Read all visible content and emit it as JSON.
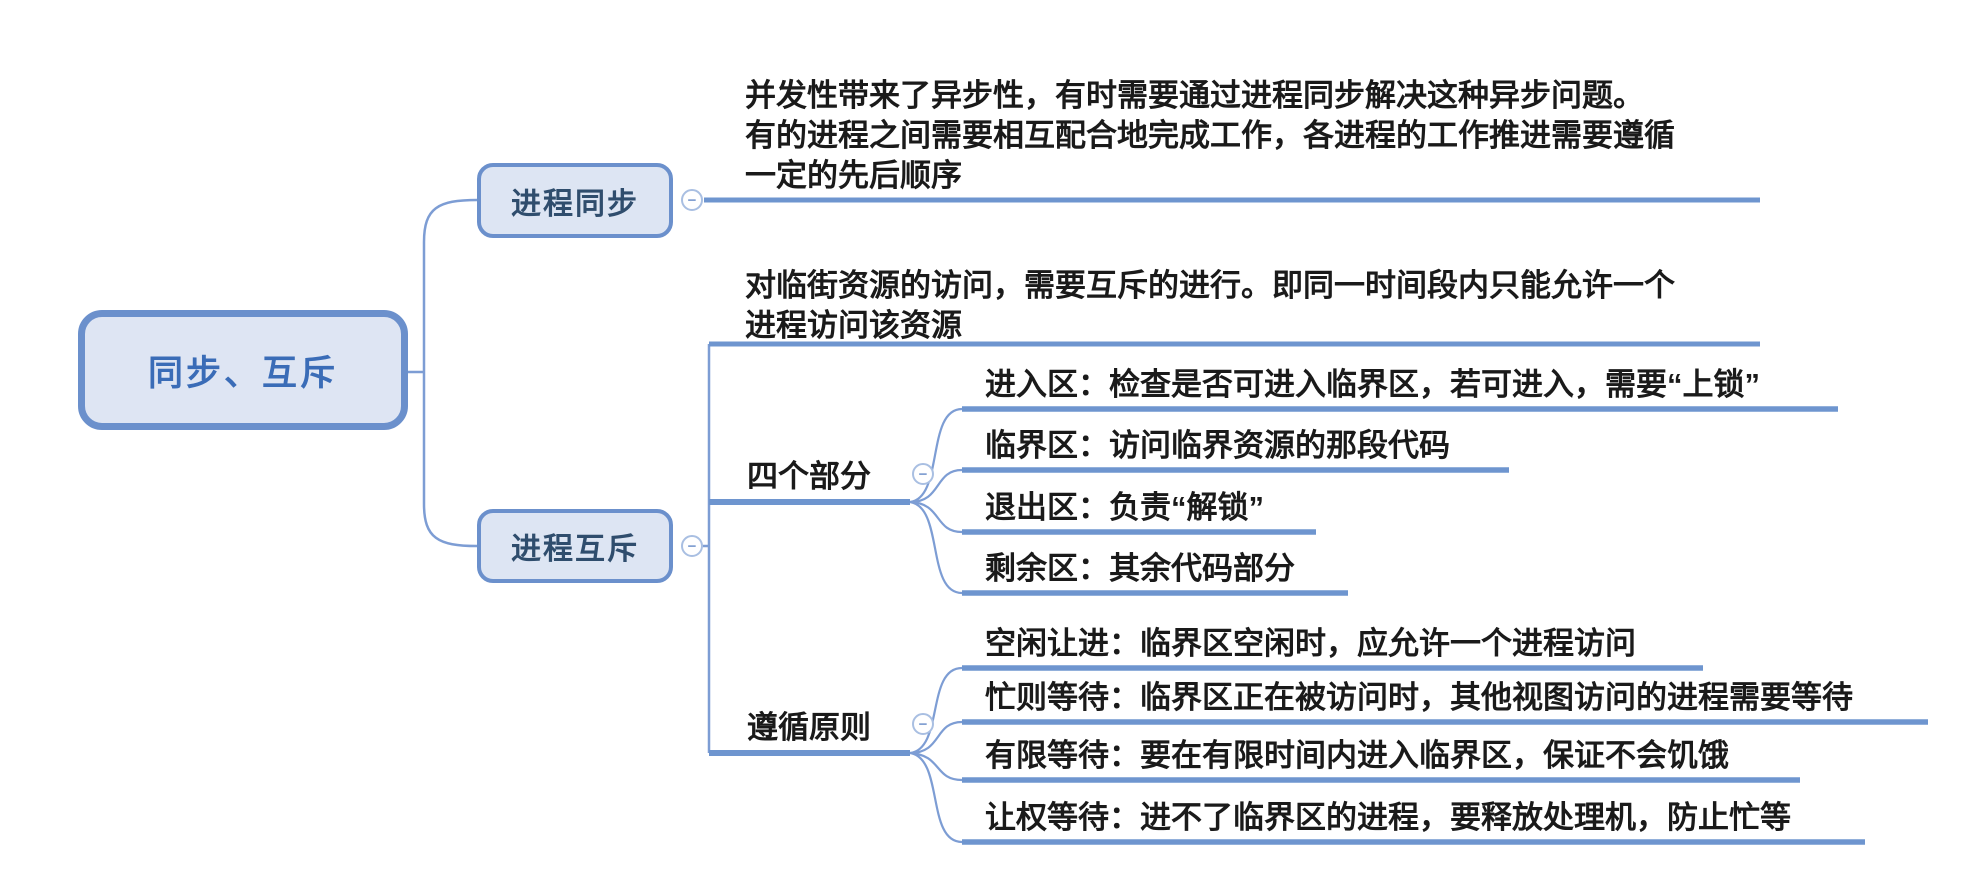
{
  "root": {
    "label": "同步、互斥"
  },
  "branches": [
    {
      "label": "进程同步",
      "note": "并发性带来了异步性，有时需要通过进程同步解决这种异步问题。\n有的进程之间需要相互配合地完成工作，各进程的工作推进需要遵循\n一定的先后顺序"
    },
    {
      "label": "进程互斥",
      "note": "对临街资源的访问，需要互斥的进行。即同一时间段内只能允许一个\n进程访问该资源",
      "groups": [
        {
          "label": "四个部分",
          "items": [
            "进入区：检查是否可进入临界区，若可进入，需要“上锁”",
            "临界区：访问临界资源的那段代码",
            "退出区：负责“解锁”",
            "剩余区：其余代码部分"
          ]
        },
        {
          "label": "遵循原则",
          "items": [
            "空闲让进：临界区空闲时，应允许一个进程访问",
            "忙则等待：临界区正在被访问时，其他视图访问的进程需要等待",
            "有限等待：要在有限时间内进入临界区，保证不会饥饿",
            "让权等待：进不了临界区的进程，要释放处理机，防止忙等"
          ]
        }
      ]
    }
  ],
  "icons": {
    "collapse": "−"
  },
  "colors": {
    "topic_line": "#6e95cf",
    "branch_curve": "#7d9dd4",
    "node_fill": "#dde5f3",
    "node_border": "#6b90cc",
    "root_text": "#3a6cb7",
    "node_text": "#2f4d6d",
    "body_text": "#1a1a1a"
  }
}
